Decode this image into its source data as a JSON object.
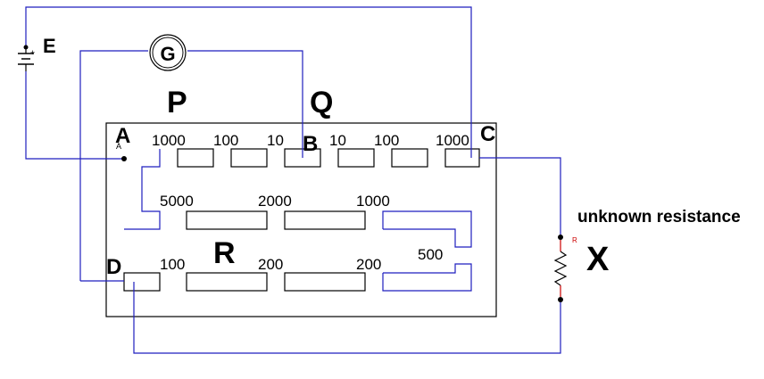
{
  "battery_label": "E",
  "battery_plus": "+",
  "galvanometer_label": "G",
  "arm_labels": {
    "p": "P",
    "q": "Q",
    "r": "R",
    "x": "X"
  },
  "terminals": {
    "a": "A",
    "a_small": "A",
    "b": "B",
    "c": "C",
    "d": "D"
  },
  "resistor_small_label": "R",
  "unknown_label": "unknown resistance",
  "arm_p_values": [
    "1000",
    "100",
    "10"
  ],
  "arm_q_values": [
    "10",
    "100",
    "1000"
  ],
  "row2_values": [
    "5000",
    "2000",
    "1000"
  ],
  "row3_values": [
    "100",
    "200",
    "200",
    "500"
  ],
  "colors": {
    "wire": "#1f1fbf",
    "outline": "#000000",
    "resistor_lead": "#cc0000"
  }
}
